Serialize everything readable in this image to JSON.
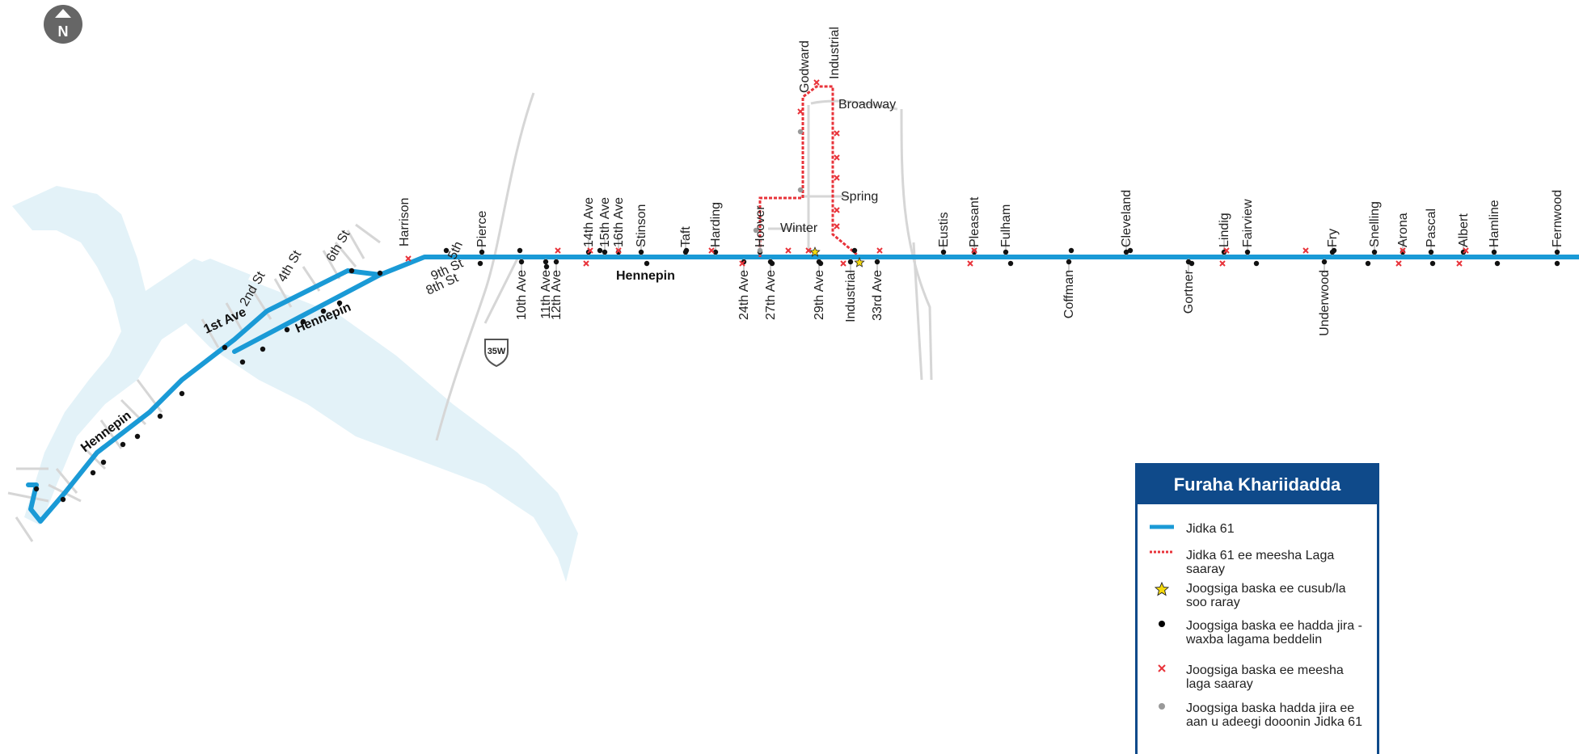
{
  "route": {
    "street_main": "Hennepin",
    "street_upper": "1st Ave",
    "highway_shield": "35W",
    "north": "N"
  },
  "stations_east": [
    {
      "name": "Pierce",
      "pos": "above"
    },
    {
      "name": "10th Ave",
      "pos": "below"
    },
    {
      "name": "11th Ave",
      "pos": "below"
    },
    {
      "name": "12th Ave",
      "pos": "below"
    },
    {
      "name": "14th Ave",
      "pos": "above"
    },
    {
      "name": "15th Ave",
      "pos": "above"
    },
    {
      "name": "16th Ave",
      "pos": "above"
    },
    {
      "name": "Stinson",
      "pos": "above"
    },
    {
      "name": "Taft",
      "pos": "above"
    },
    {
      "name": "Harding",
      "pos": "above"
    },
    {
      "name": "24th Ave",
      "pos": "below"
    },
    {
      "name": "Hoover",
      "pos": "above"
    },
    {
      "name": "27th Ave",
      "pos": "below"
    },
    {
      "name": "29th Ave",
      "pos": "below"
    },
    {
      "name": "Industrial",
      "pos": "below"
    },
    {
      "name": "33rd Ave",
      "pos": "below"
    },
    {
      "name": "Eustis",
      "pos": "above"
    },
    {
      "name": "Pleasant",
      "pos": "above"
    },
    {
      "name": "Fulham",
      "pos": "above"
    },
    {
      "name": "Coffman",
      "pos": "below"
    },
    {
      "name": "Cleveland",
      "pos": "above"
    },
    {
      "name": "Gortner",
      "pos": "below"
    },
    {
      "name": "Lindig",
      "pos": "above"
    },
    {
      "name": "Fairview",
      "pos": "above"
    },
    {
      "name": "Underwood",
      "pos": "below"
    },
    {
      "name": "Fry",
      "pos": "above"
    },
    {
      "name": "Snelling",
      "pos": "above"
    },
    {
      "name": "Arona",
      "pos": "above"
    },
    {
      "name": "Pascal",
      "pos": "above"
    },
    {
      "name": "Albert",
      "pos": "above"
    },
    {
      "name": "Hamline",
      "pos": "above"
    },
    {
      "name": "Fernwood",
      "pos": "above"
    }
  ],
  "stations_west": [
    "Harrison",
    "5th",
    "9th St",
    "8th St",
    "6th St",
    "4th St",
    "2nd St"
  ],
  "detour_labels": [
    "Godward",
    "Industrial",
    "Broadway",
    "Spring",
    "Winter"
  ],
  "legend": {
    "title": "Furaha Khariidadda",
    "items": [
      {
        "label": "Jidka 61"
      },
      {
        "label": "Jidka 61 ee meesha Laga saaray"
      },
      {
        "label": "Joogsiga baska ee cusub/la soo raray"
      },
      {
        "label": "Joogsiga baska ee hadda jira - waxba lagama  beddelin"
      },
      {
        "label": "Joogsiga baska ee meesha laga saaray"
      },
      {
        "label": "Joogsiga baska hadda jira ee aan u adeegi dooonin Jidka 61"
      }
    ]
  },
  "colors": {
    "route": "#1a9ad6",
    "detour": "#e8333a",
    "river": "#e3f2f8",
    "street": "#d6d6d6",
    "legend_header": "#0f4a8a",
    "star": "#f5d90a"
  }
}
